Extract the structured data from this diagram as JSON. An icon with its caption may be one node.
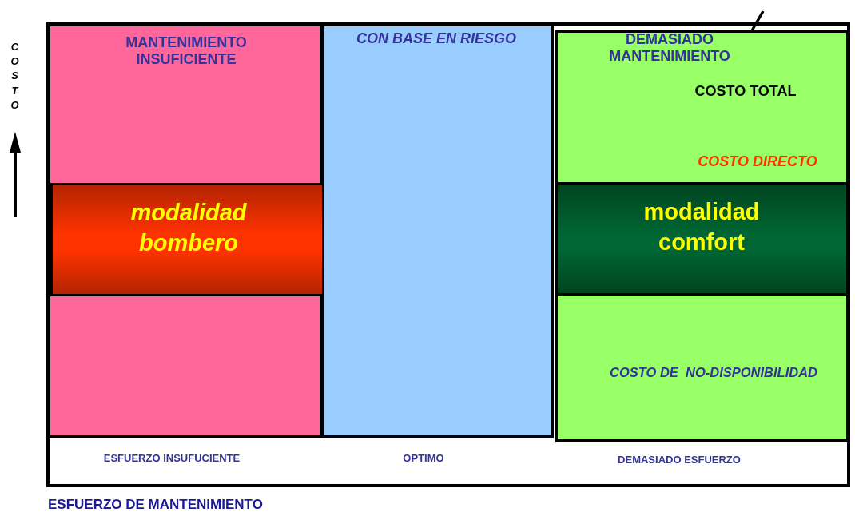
{
  "diagram": {
    "nodes": [
      {
        "text": [
          "MANTENIMIENTO INSUFICIENTE"
        ]
      },
      {
        "text": [
          "modalidad bombero"
        ],
        "in": 0
      },
      {
        "text": [
          "CON BASE EN RIESGO"
        ]
      },
      {
        "text": [
          "DEMASIADO MANTENIMIENTO",
          "COSTO TOTAL",
          "COSTO DIRECTO",
          "COSTO DE  NO-DISPONIBILIDAD"
        ]
      },
      {
        "text": [
          "modalidad comfort"
        ],
        "in": 3
      }
    ],
    "edges": [],
    "labels": [
      "COSTO",
      "ESFUERZO INSUFUCIENTE",
      "OPTIMO",
      "DEMASIADO ESFUERZO",
      "ESFUERZO DE MANTENIMIENTO"
    ]
  }
}
